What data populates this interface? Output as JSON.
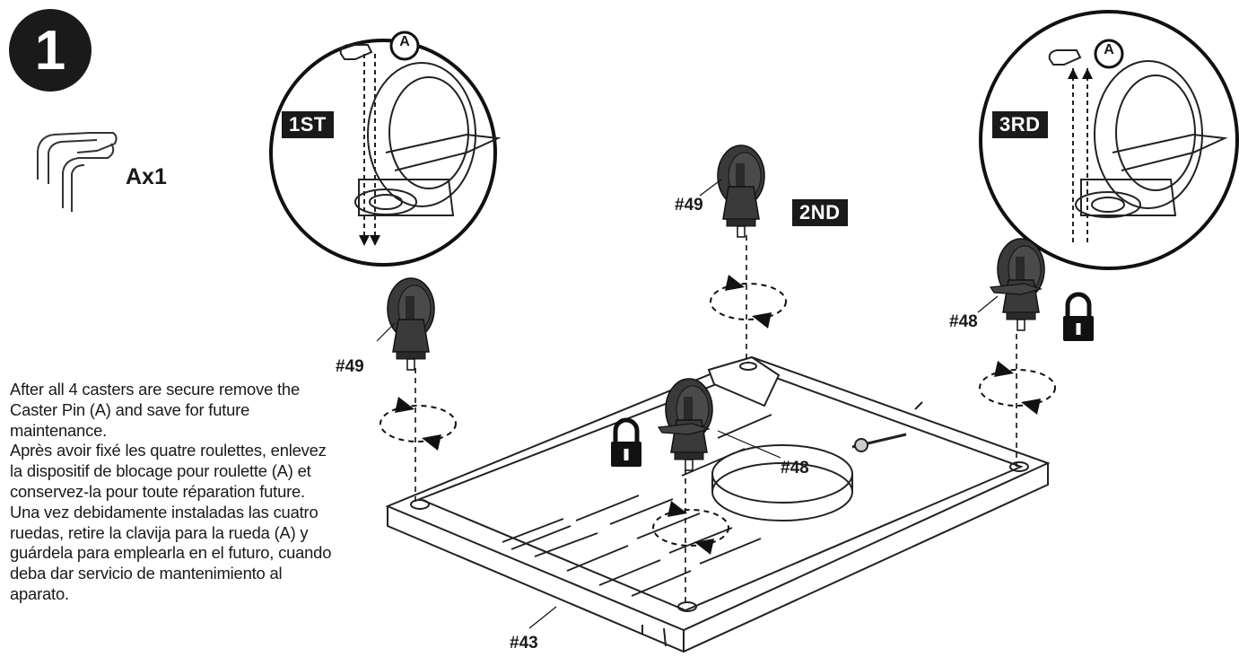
{
  "step": {
    "number": "1"
  },
  "hardware": {
    "quantity": "Ax1"
  },
  "instructions": {
    "english": "After all 4 casters are secure remove the Caster Pin (A) and save for future maintenance.",
    "french": "Après avoir fixé les quatre roulettes, enlevez la dispositif de blocage pour roulette (A) et conservez-la pour toute réparation future.",
    "spanish": "Una vez debidamente instaladas las cuatro ruedas, retire la clavija para la rueda (A) y guárdela para emplearla en el futuro, cuando deba dar servicio de mantenimiento al aparato."
  },
  "order_tags": {
    "first": "1ST",
    "second": "2ND",
    "third": "3RD"
  },
  "callout": {
    "pin_marker": "A"
  },
  "parts": {
    "caster_left": "#49",
    "caster_center_back": "#49",
    "caster_right_locking": "#48",
    "caster_front_locking": "#48",
    "base_frame": "#43"
  },
  "icons": [
    "caster-pin-icon",
    "padlock-icon",
    "rotate-arrow-icon"
  ]
}
